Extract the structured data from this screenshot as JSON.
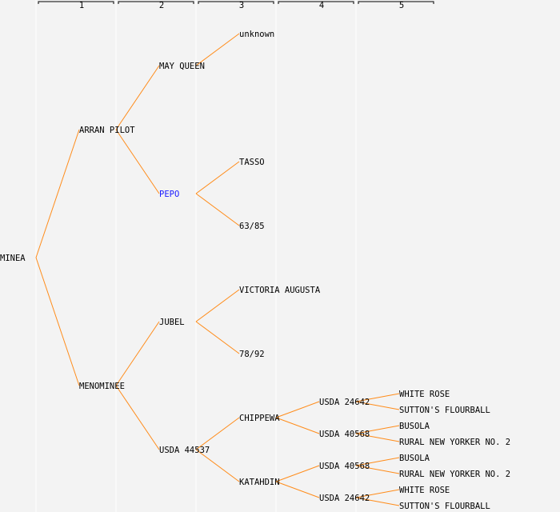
{
  "generations": [
    "1",
    "2",
    "3",
    "4",
    "5"
  ],
  "colors": {
    "line": "#ff8c1a",
    "text": "#000000",
    "highlight": "#1a1aff",
    "grid": "#ffffff",
    "bracket": "#000000"
  },
  "tree": {
    "name": "MINEA",
    "children": [
      {
        "name": "ARRAN PILOT",
        "children": [
          {
            "name": "MAY QUEEN",
            "children": [
              {
                "name": "unknown"
              }
            ]
          },
          {
            "name": "PEPO",
            "highlight": true,
            "children": [
              {
                "name": "TASSO"
              },
              {
                "name": "63/85"
              }
            ]
          }
        ]
      },
      {
        "name": "MENOMINEE",
        "children": [
          {
            "name": "JUBEL",
            "children": [
              {
                "name": "VICTORIA AUGUSTA"
              },
              {
                "name": "78/92"
              }
            ]
          },
          {
            "name": "USDA 44537",
            "children": [
              {
                "name": "CHIPPEWA",
                "children": [
                  {
                    "name": "USDA 24642",
                    "children": [
                      {
                        "name": "WHITE ROSE"
                      },
                      {
                        "name": "SUTTON'S FLOURBALL"
                      }
                    ]
                  },
                  {
                    "name": "USDA 40568",
                    "children": [
                      {
                        "name": "BUSOLA"
                      },
                      {
                        "name": "RURAL NEW YORKER NO. 2"
                      }
                    ]
                  }
                ]
              },
              {
                "name": "KATAHDIN",
                "children": [
                  {
                    "name": "USDA 40568",
                    "children": [
                      {
                        "name": "BUSOLA"
                      },
                      {
                        "name": "RURAL NEW YORKER NO. 2"
                      }
                    ]
                  },
                  {
                    "name": "USDA 24642",
                    "children": [
                      {
                        "name": "WHITE ROSE"
                      },
                      {
                        "name": "SUTTON'S FLOURBALL"
                      }
                    ]
                  }
                ]
              }
            ]
          }
        ]
      }
    ]
  }
}
